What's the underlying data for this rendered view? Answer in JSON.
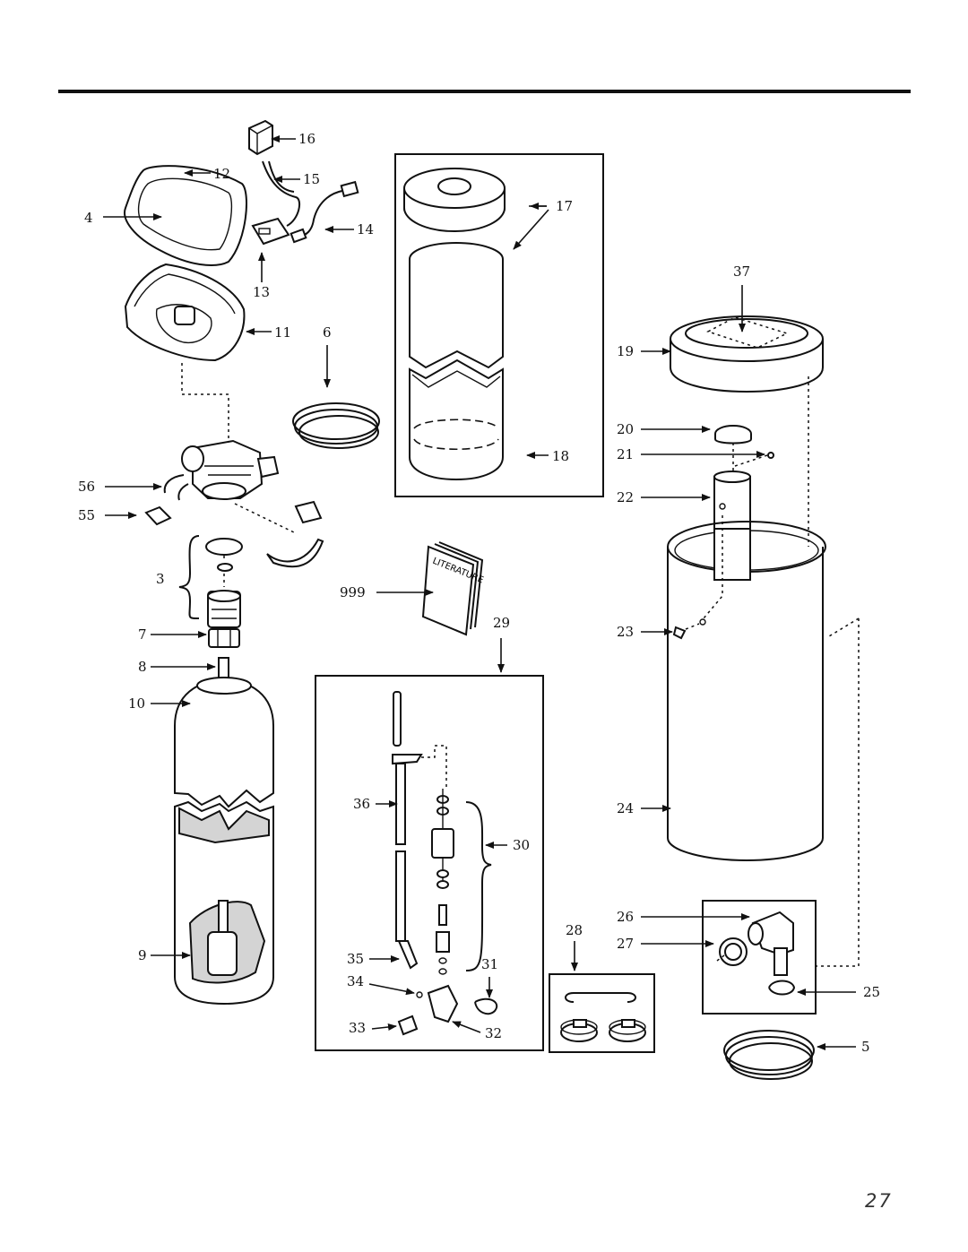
{
  "page_number": "27",
  "literature_text": "LITERATURE",
  "callouts": {
    "c3": "3",
    "c4": "4",
    "c5": "5",
    "c6": "6",
    "c7": "7",
    "c8": "8",
    "c9": "9",
    "c10": "10",
    "c11": "11",
    "c12": "12",
    "c13": "13",
    "c14": "14",
    "c15": "15",
    "c16": "16",
    "c17": "17",
    "c18": "18",
    "c19": "19",
    "c20": "20",
    "c21": "21",
    "c22": "22",
    "c23": "23",
    "c24": "24",
    "c25": "25",
    "c26": "26",
    "c27": "27",
    "c28": "28",
    "c29": "29",
    "c30": "30",
    "c31": "31",
    "c32": "32",
    "c33": "33",
    "c34": "34",
    "c35": "35",
    "c36": "36",
    "c37": "37",
    "c55": "55",
    "c56": "56",
    "c999": "999"
  }
}
